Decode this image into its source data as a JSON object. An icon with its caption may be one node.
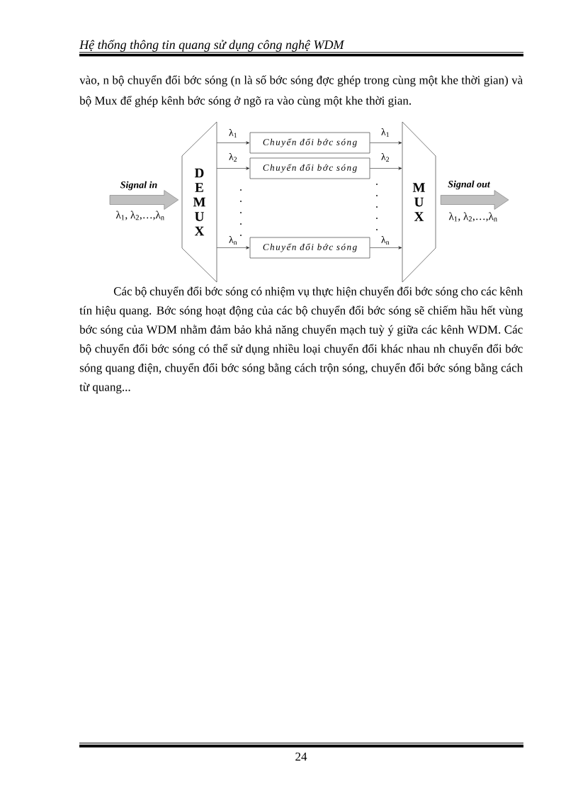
{
  "diagram": {
    "nodes": [
      {
        "text": [
          "D E M U X"
        ]
      },
      {
        "text": [
          "Chuyển đổi bớc sóng"
        ]
      },
      {
        "text": [
          "Chuyển đổi bớc sóng"
        ]
      },
      {
        "text": [
          "Chuyển đổi bớc sóng"
        ]
      },
      {
        "text": [
          "M U X"
        ]
      }
    ],
    "edges": [
      {
        "from": null,
        "to": 0,
        "arrow": "to",
        "label": "Signal in",
        "style": "thick",
        "color": "#c0c0c0"
      },
      {
        "from": 0,
        "to": 1,
        "arrow": "to",
        "label": "λ$_{1}$"
      },
      {
        "from": 0,
        "to": 2,
        "arrow": "to",
        "label": "λ$_{2}$"
      },
      {
        "from": 0,
        "to": 3,
        "arrow": "to",
        "label": "λ$_{n}$"
      },
      {
        "from": 1,
        "to": 4,
        "arrow": "to",
        "label": "λ$_{1}$"
      },
      {
        "from": 2,
        "to": 4,
        "arrow": "to",
        "label": "λ$_{2}$"
      },
      {
        "from": 3,
        "to": 4,
        "arrow": "to",
        "label": "λ$_{n}$"
      },
      {
        "from": 4,
        "to": null,
        "arrow": "to",
        "label": "Signal out",
        "style": "thick",
        "color": "#c0c0c0"
      }
    ],
    "labels": [
      "Hệ thống thông tin quang sử dụng công nghệ WDM",
      "vào, n bộ chuyển đổi bớc sóng (n là số bớc sóng đợc ghép trong cùng một khe thời gian) và bộ Mux để ghép kênh bớc sóng ở ngõ ra vào cùng một khe thời gian.",
      "λ$_{1}$, λ$_{2}$,…,λ$_{n}$",
      "λ$_{1}$, λ$_{2}$,…,λ$_{n}$",
      "Các bộ chuyển đổi bớc sóng có nhiệm vụ thực hiện chuyển đổi bớc sóng cho các kênh tín hiệu quang. Bớc sóng hoạt động của các bộ chuyển đổi bớc sóng sẽ chiếm hầu hết vùng bớc sóng của WDM nhằm đảm bảo khả năng chuyển mạch tuỳ ý giữa các kênh WDM. Các bộ chuyển đổi bớc sóng có thể sử dụng nhiều loại chuyển đổi khác nhau nh chuyển đổi bớc sóng quang điện, chuyển đổi bớc sóng bằng cách trộn sóng, chuyển đổi bớc sóng bằng cách từ quang...",
      "24"
    ]
  }
}
